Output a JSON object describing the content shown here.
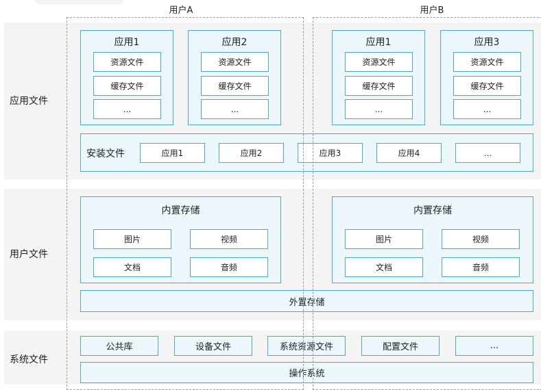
{
  "users": {
    "a": "用户A",
    "b": "用户B"
  },
  "layers": {
    "app": "应用文件",
    "user": "用户文件",
    "system": "系统文件"
  },
  "app_files": {
    "groups": [
      {
        "name": "应用1",
        "items": [
          "资源文件",
          "缓存文件",
          "..."
        ]
      },
      {
        "name": "应用2",
        "items": [
          "资源文件",
          "缓存文件",
          "..."
        ]
      },
      {
        "name": "应用1",
        "items": [
          "资源文件",
          "缓存文件",
          "..."
        ]
      },
      {
        "name": "应用3",
        "items": [
          "资源文件",
          "缓存文件",
          "..."
        ]
      }
    ],
    "install": {
      "label": "安装文件",
      "items": [
        "应用1",
        "应用2",
        "应用3",
        "应用4",
        "..."
      ]
    }
  },
  "user_files": {
    "internal": [
      {
        "title": "内置存储",
        "items": [
          "图片",
          "视频",
          "文档",
          "音频"
        ]
      },
      {
        "title": "内置存储",
        "items": [
          "图片",
          "视频",
          "文档",
          "音频"
        ]
      }
    ],
    "external": "外置存储"
  },
  "system_files": {
    "items": [
      "公共库",
      "设备文件",
      "系统资源文件",
      "配置文件",
      "..."
    ],
    "os": "操作系统"
  }
}
